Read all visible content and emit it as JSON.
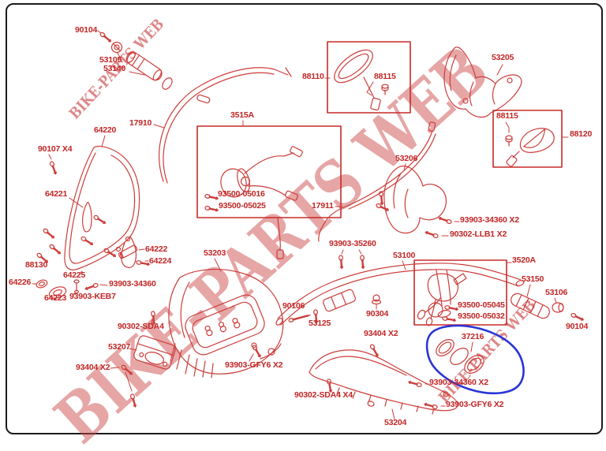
{
  "watermark": {
    "text": "BIKE-PARTS WEB"
  },
  "colors": {
    "diagram_line": "#cc3d3a",
    "label_text": "#c22525",
    "assembly_box": "#c62a28",
    "highlight_circle": "#2a35d6",
    "border": "#1b1b1b",
    "background": "#ffffff"
  },
  "labels": {
    "p90104_top": "90104",
    "p53105": "53105",
    "p53140": "53140",
    "p17910": "17910",
    "b3515a": "3515A",
    "s05016": "93500-05016",
    "s05025": "93500-05025",
    "p88110": "88110",
    "p88115_left": "88115",
    "p53205": "53205",
    "p88115_right": "88115",
    "p88120": "88120",
    "p90107x4": "90107 X4",
    "p64220": "64220",
    "p64221": "64221",
    "p64222": "64222",
    "p64224": "64224",
    "p88130": "88130",
    "p64226": "64226",
    "p64225": "64225",
    "p64223": "64223",
    "pkeb7": "93903-KEB7",
    "p34360_left": "93903-34360",
    "p53203": "53203",
    "p17911": "17911",
    "p35260": "93903-35260",
    "p53100": "53100",
    "p53206": "53206",
    "p34360x2_mid": "93903-34360 X2",
    "pllb1x2": "90302-LLB1 X2",
    "b3520a": "3520A",
    "s05045": "93500-05045",
    "s05032": "93500-05032",
    "p53150": "53150",
    "p53106": "53106",
    "p90104_right": "90104",
    "psda4": "90302-SDA4",
    "p53207": "53207",
    "p93404x2_a": "93404 X2",
    "pgfy6x2_mid": "93903-GFY6 X2",
    "p90106": "90106",
    "p53125": "53125",
    "p90304": "90304",
    "p93404x2_b": "93404 X2",
    "p37216": "37216",
    "p34360x2_bot": "93903-34360 X2",
    "pgfy6x2_bot": "93903-GFY6 X2",
    "psda4x4": "90302-SDA4 X4",
    "p53204": "53204"
  }
}
